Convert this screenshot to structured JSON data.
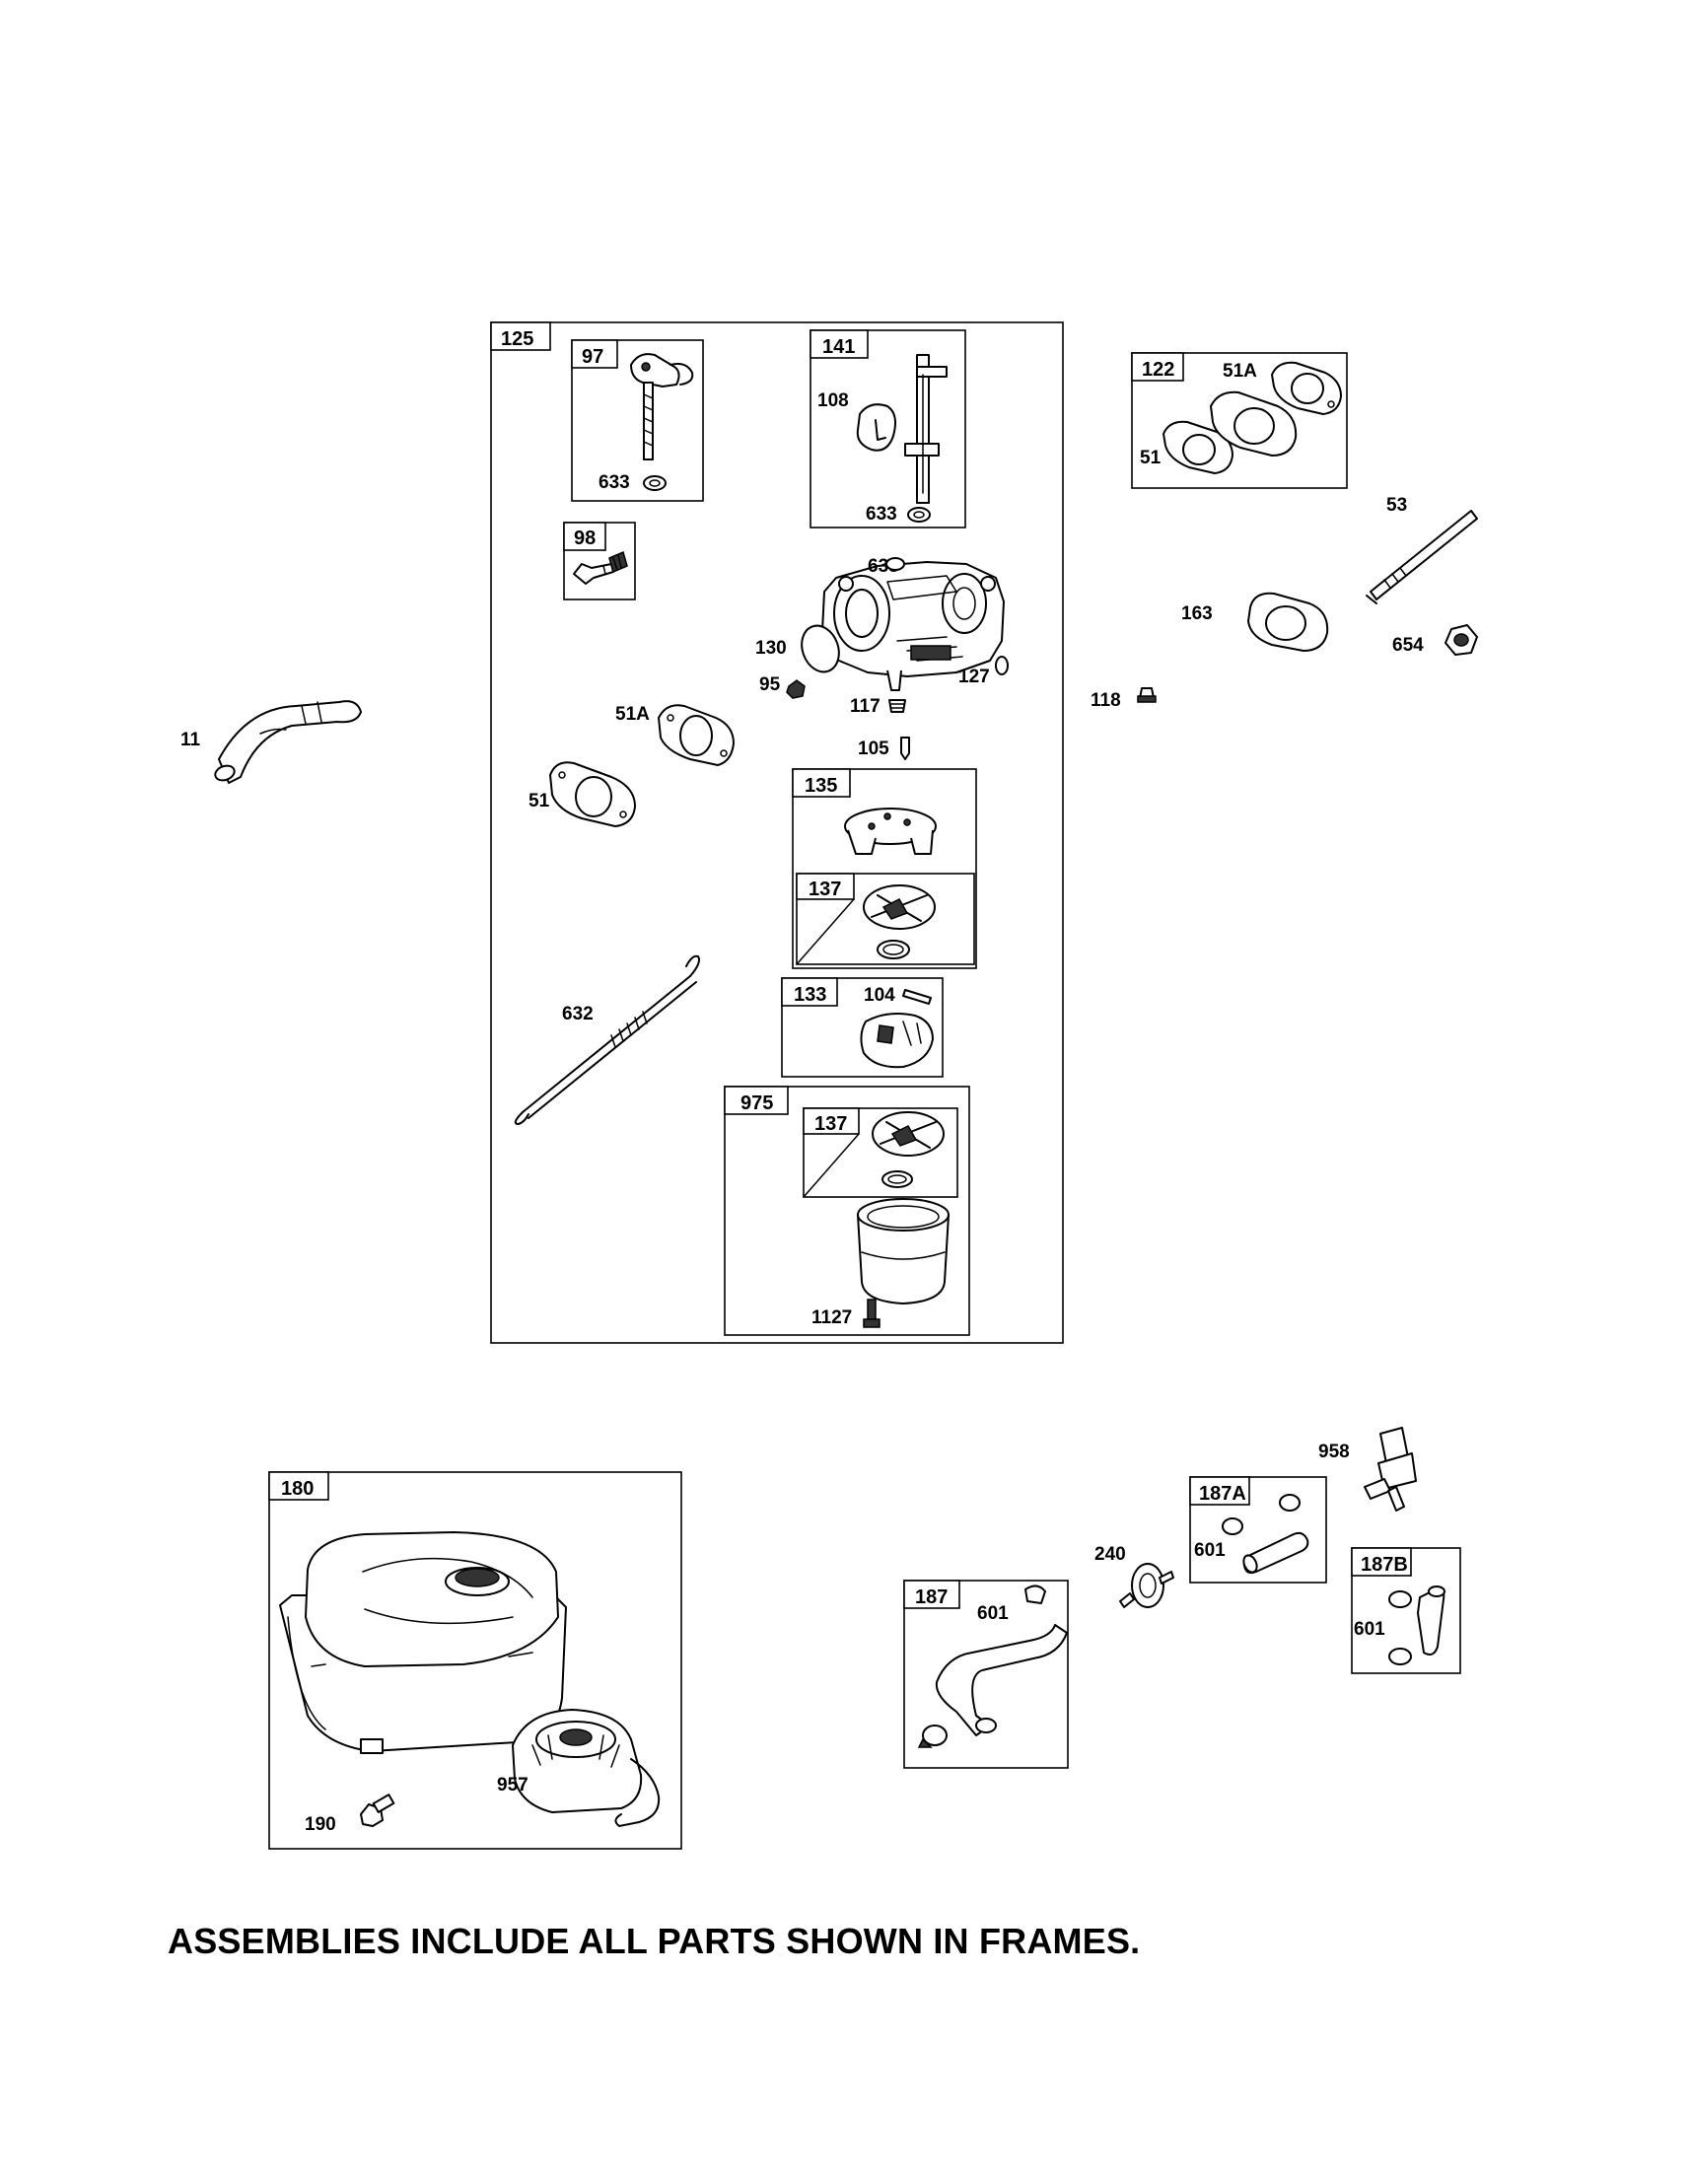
{
  "frames": {
    "carburetor_assembly": "125",
    "choke_shaft_kit": "97",
    "screw_kit": "98",
    "throttle_shaft_kit": "141",
    "intake_gasket_kit": "122",
    "float_bowl_assembly": "135",
    "float_kit": "133",
    "bowl_kit": "975",
    "gasket_set_a": "137",
    "gasket_set_b": "137",
    "fuel_tank_assembly": "180",
    "fuel_line_kit": "187",
    "fuel_line_kit_a": "187A",
    "fuel_line_kit_b": "187B"
  },
  "callouts": {
    "p633a": "633",
    "p633b": "633",
    "p633c": "633",
    "p108": "108",
    "p130": "130",
    "p95": "95",
    "p117": "117",
    "p127": "127",
    "p105": "105",
    "p51a_left": "51A",
    "p51_left": "51",
    "p632": "632",
    "p104": "104",
    "p1127": "1127",
    "p11": "11",
    "p51a_right": "51A",
    "p51_right": "51",
    "p53": "53",
    "p163": "163",
    "p654": "654",
    "p118": "118",
    "p957": "957",
    "p190": "190",
    "p601a": "601",
    "p601b": "601",
    "p601c": "601",
    "p240": "240",
    "p958": "958"
  },
  "footer_note": "ASSEMBLIES INCLUDE ALL PARTS SHOWN IN FRAMES."
}
